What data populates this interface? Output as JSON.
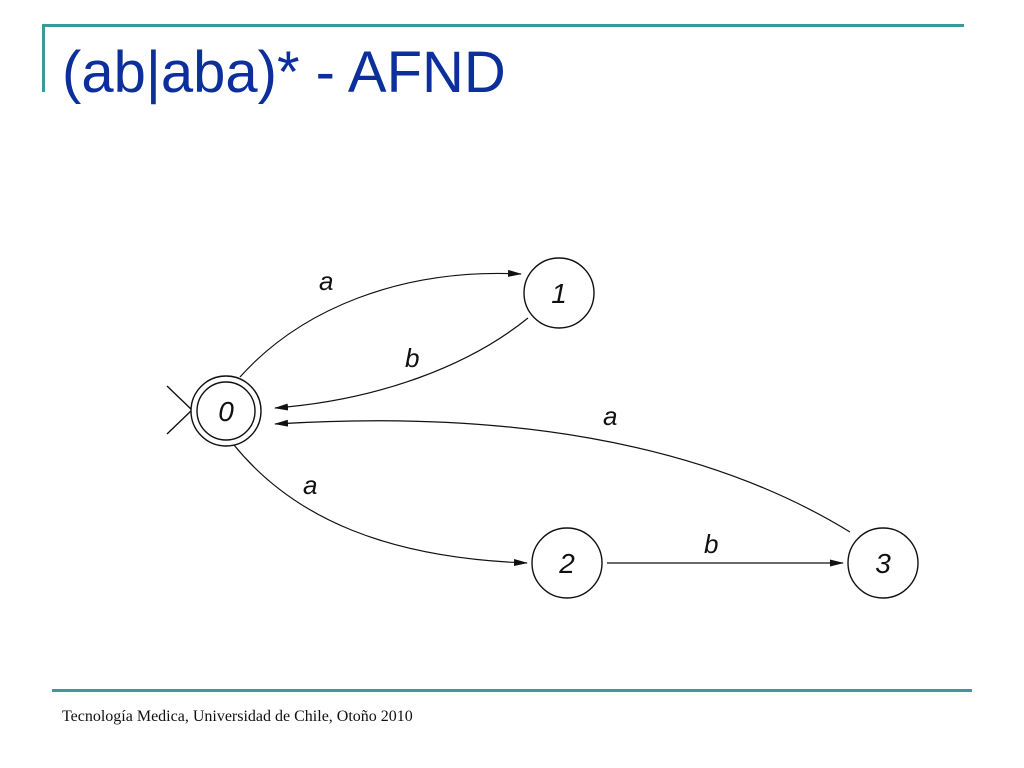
{
  "slide": {
    "title": "(ab|aba)* - AFND",
    "footer": "Tecnología Medica, Universidad de Chile, Otoño 2010"
  },
  "automaton": {
    "start_state": "0",
    "accepting_states": [
      "0"
    ],
    "states": [
      {
        "id": "0",
        "label": "0"
      },
      {
        "id": "1",
        "label": "1"
      },
      {
        "id": "2",
        "label": "2"
      },
      {
        "id": "3",
        "label": "3"
      }
    ],
    "transitions": [
      {
        "from": "0",
        "to": "1",
        "symbol": "a"
      },
      {
        "from": "1",
        "to": "0",
        "symbol": "b"
      },
      {
        "from": "3",
        "to": "0",
        "symbol": "a"
      },
      {
        "from": "0",
        "to": "2",
        "symbol": "a"
      },
      {
        "from": "2",
        "to": "3",
        "symbol": "b"
      }
    ]
  },
  "colors": {
    "title": "#0c2f9c",
    "accent_rule": "#3a9a9a",
    "ink": "#111111"
  }
}
